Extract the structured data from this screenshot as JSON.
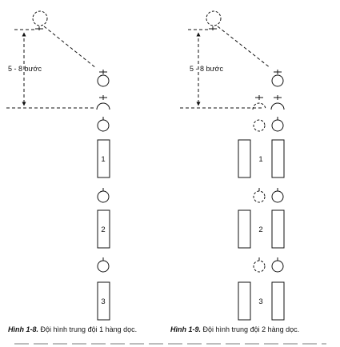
{
  "figures": [
    {
      "distance_label": "5 - 8 bước",
      "soldier_labels": [
        "1",
        "2",
        "3"
      ],
      "caption": {
        "number": "Hình 1-8.",
        "text": "Đội hình trung đội 1 hàng dọc."
      }
    },
    {
      "distance_label": "5 - 8 bước",
      "soldier_labels": [
        "1",
        "2",
        "3"
      ],
      "caption": {
        "number": "Hình 1-9.",
        "text": "Đội hình trung đội 2 hàng dọc."
      }
    }
  ]
}
